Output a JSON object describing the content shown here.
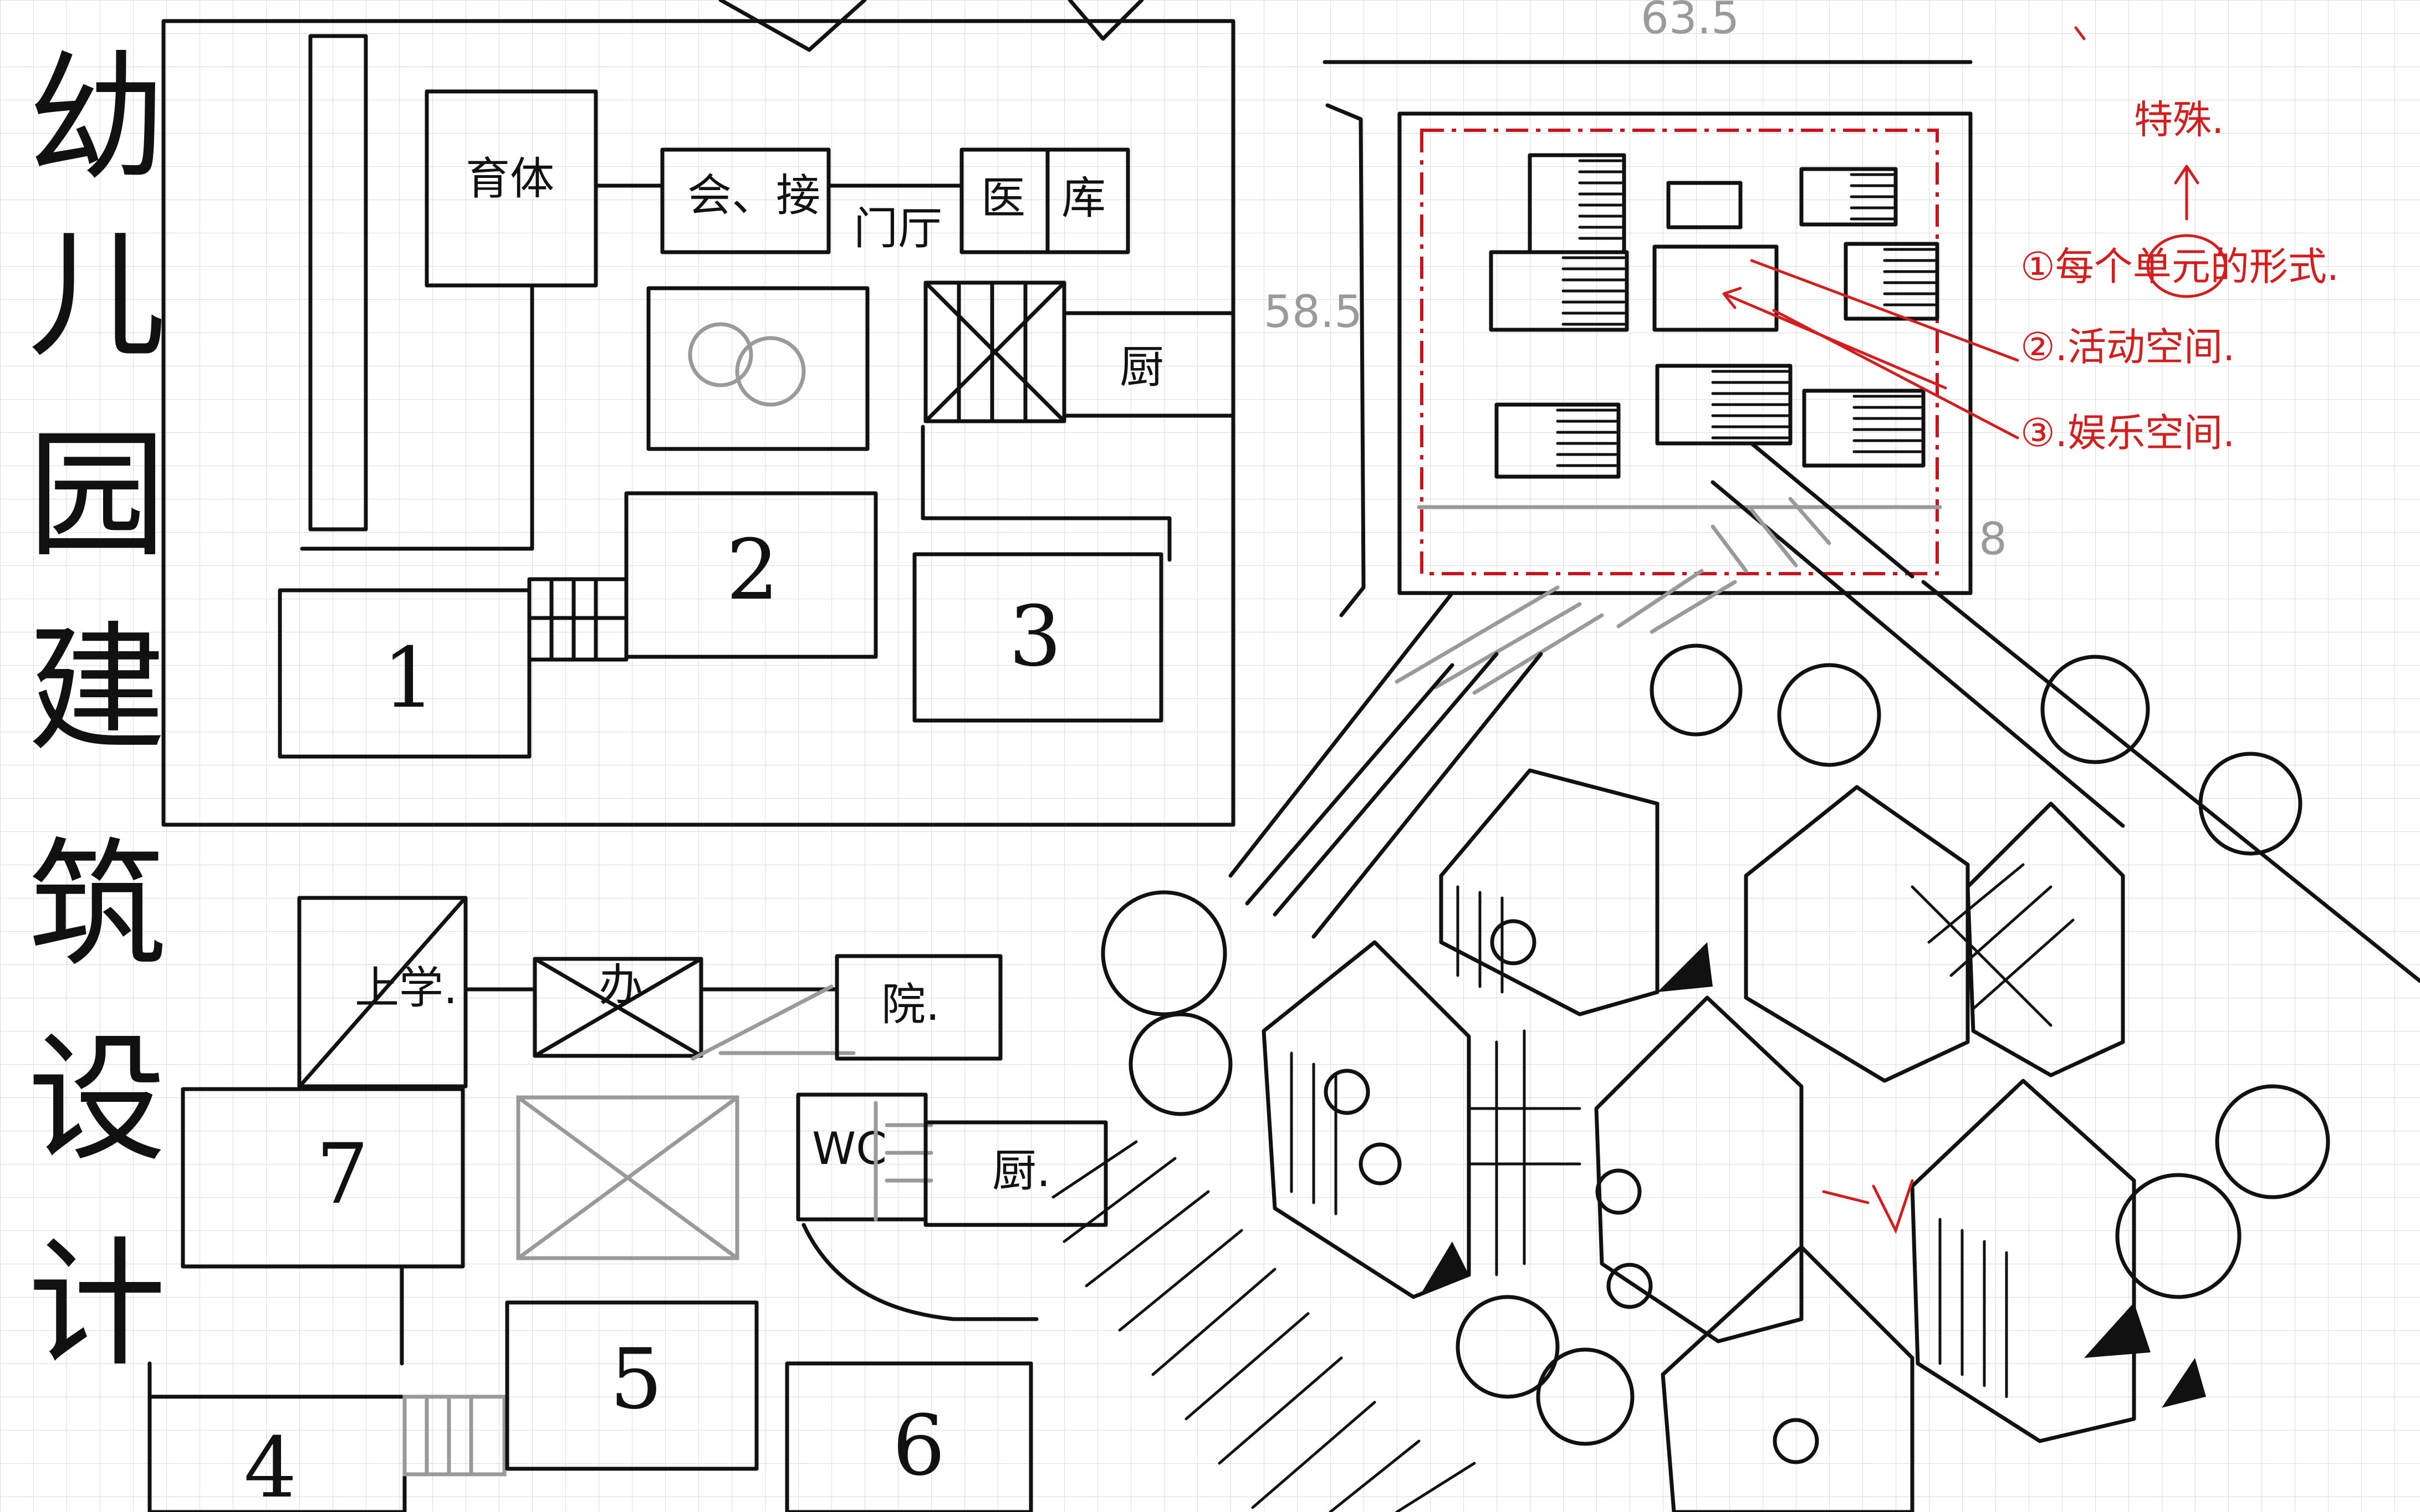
{
  "title_chars": [
    "幼",
    "儿",
    "园",
    "建",
    "筑",
    "设",
    "计"
  ],
  "plan_top": {
    "rooms": {
      "gym": "育体",
      "meeting": "会、接",
      "hall": "门厅",
      "medical": "医",
      "storage": "库",
      "kitchen": "厨"
    },
    "units": [
      "1",
      "2",
      "3"
    ]
  },
  "plan_bottom": {
    "rooms": {
      "classroom": "上学.",
      "mid": "办",
      "yard": "院.",
      "wc": "WC",
      "kitchen": "厨."
    },
    "units": [
      "7",
      "4",
      "5",
      "6"
    ]
  },
  "site_plan": {
    "dim_width": "63.5",
    "dim_depth": "58.5",
    "dim_side": "8"
  },
  "notes": {
    "heading": "特殊.",
    "items": [
      "①每个单元的形式.",
      "②.活动空间.",
      "③.娱乐空间."
    ]
  },
  "colors": {
    "ink": "#111111",
    "annotation": "#d21e1e",
    "pencil": "#9a9a9a"
  }
}
